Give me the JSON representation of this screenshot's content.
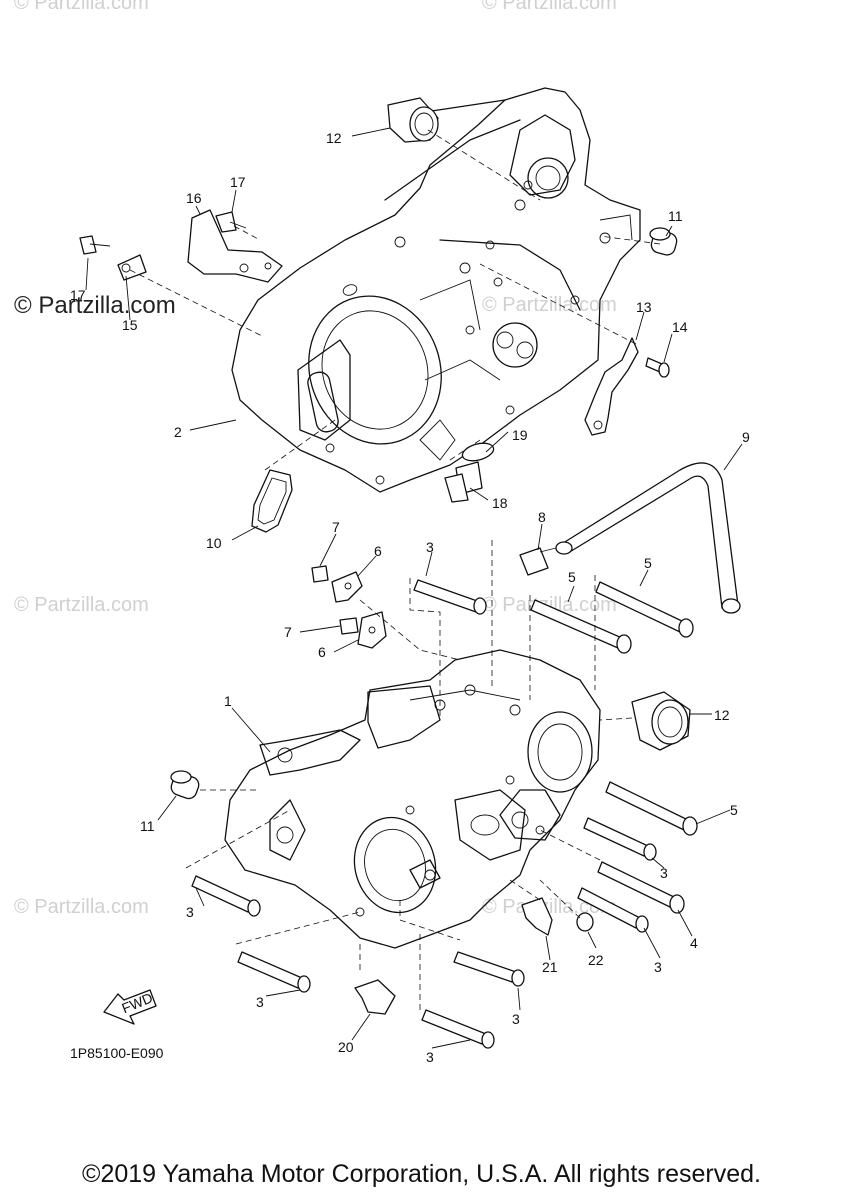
{
  "watermarks": [
    "© Partzilla.com",
    "© Partzilla.com",
    "© Partzilla.com",
    "© Partzilla.com",
    "© Partzilla.com",
    "© Partzilla.com",
    "© Partzilla.com"
  ],
  "brand": "© Partzilla.com",
  "diagram_code": "1P85100-E090",
  "fwd_label": "FWD",
  "copyright": "©2019 Yamaha Motor Corporation, U.S.A. All rights reserved.",
  "callouts": [
    "12",
    "17",
    "16",
    "17",
    "15",
    "11",
    "13",
    "14",
    "2",
    "19",
    "18",
    "10",
    "9",
    "7",
    "6",
    "3",
    "8",
    "5",
    "5",
    "7",
    "6",
    "12",
    "1",
    "5",
    "11",
    "3",
    "3",
    "4",
    "3",
    "22",
    "21",
    "3",
    "3",
    "20",
    "3"
  ]
}
